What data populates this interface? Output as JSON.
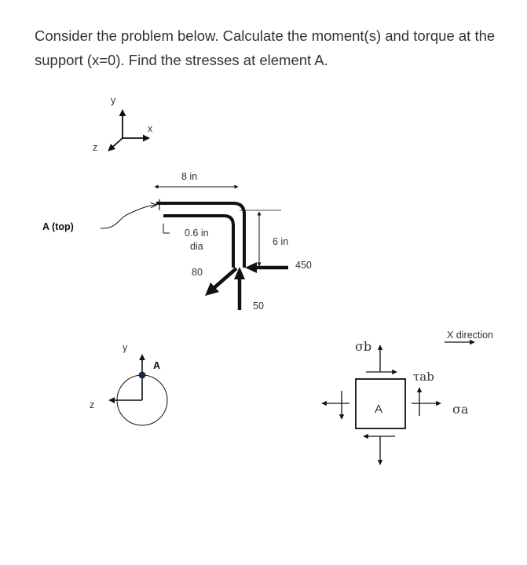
{
  "problem": {
    "text": "Consider the problem below. Calculate the moment(s) and torque at the support (x=0). Find the stresses at element A."
  },
  "axes_top": {
    "y": "y",
    "x": "x",
    "z": "z"
  },
  "beam": {
    "label_A_top": "A (top)",
    "dim_length": "8 in",
    "dim_diameter_1": "0.6 in",
    "dim_diameter_2": "dia",
    "dim_height": "6 in",
    "load_450": "450",
    "load_80": "80",
    "load_50": "50"
  },
  "section": {
    "y": "y",
    "z": "z",
    "point": "A"
  },
  "element": {
    "center": "A",
    "sigma_b": "σb",
    "tau_ab": "τab",
    "sigma_a": "σa",
    "x_direction": "X direction"
  }
}
